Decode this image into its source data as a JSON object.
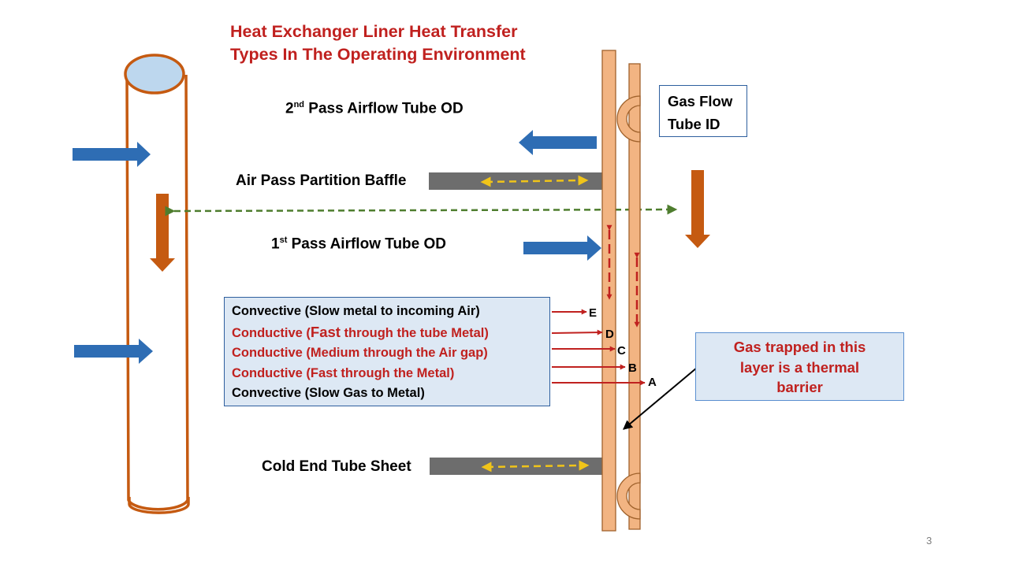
{
  "title": {
    "line1": "Heat Exchanger Liner Heat Transfer",
    "line2": "Types In The Operating Environment"
  },
  "labels": {
    "second_pass_prefix": "2",
    "second_pass_sup": "nd",
    "second_pass_rest": " Pass Airflow Tube OD",
    "partition_baffle": "Air Pass Partition Baffle",
    "first_pass_prefix": "1",
    "first_pass_sup": "st",
    "first_pass_rest": " Pass Airflow Tube OD",
    "cold_end": "Cold End Tube Sheet"
  },
  "gas_flow_box": {
    "line1": "Gas Flow",
    "line2": "Tube ID"
  },
  "legend": {
    "rows": [
      {
        "lead": "Convective (",
        "emph": "",
        "tail": "Slow metal to incoming Air)",
        "color": "black"
      },
      {
        "lead": "Conductive (",
        "emph": "Fast",
        "tail": " through the tube Metal)",
        "color": "red"
      },
      {
        "lead": "Conductive (",
        "emph": "",
        "tail": "Medium through the Air gap)",
        "color": "red"
      },
      {
        "lead": "Conductive (",
        "emph": "",
        "tail": "Fast through the Metal)",
        "color": "red"
      },
      {
        "lead": "Convective (",
        "emph": "",
        "tail": "Slow Gas to Metal)",
        "color": "black"
      }
    ]
  },
  "letters": [
    "E",
    "D",
    "C",
    "B",
    "A"
  ],
  "trapped_box": {
    "line1": "Gas trapped in this",
    "line2": "layer is a thermal",
    "line3": "barrier"
  },
  "page_number": "3",
  "colors": {
    "title_red": "#c0211f",
    "blue_arrow": "#2e6db4",
    "orange_arrow": "#c55a11",
    "tube_fill": "#f2b482",
    "tube_stroke": "#a0622c",
    "baffle_gray": "#6d6d6d",
    "yellow_arrow": "#f0c419",
    "green_dashed": "#4e7d2e",
    "red_arrow": "#c0211f",
    "box_fill": "#dde8f4",
    "box_border": "#2e5f9e",
    "tube_top_fill": "#bdd7ee"
  }
}
